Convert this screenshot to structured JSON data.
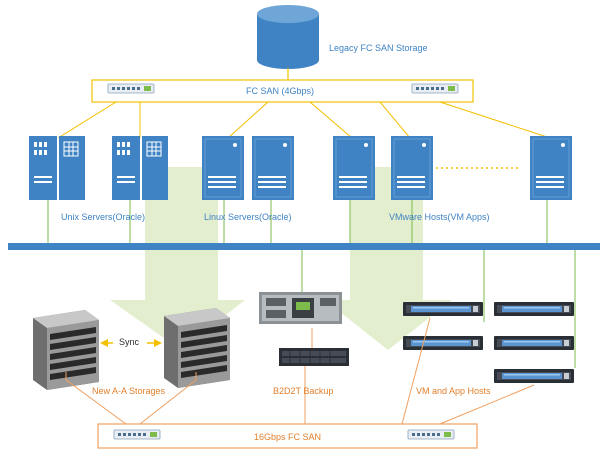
{
  "labels": {
    "legacy_storage": "Legacy FC SAN Storage",
    "fc_san_top": "FC SAN (4Gbps)",
    "unix_servers": "Unix Servers(Oracle)",
    "linux_servers": "Linux Servers(Oracle)",
    "vmware_hosts": "VMware Hosts(VM Apps)",
    "sync": "Sync",
    "new_storages": "New A-A Storages",
    "b2d2t_backup": "B2D2T Backup",
    "vm_app_hosts": "VM and App Hosts",
    "fc_san_bottom": "16Gbps FC SAN"
  },
  "colors": {
    "server_blue": "#3f83c4",
    "network_bar": "#3f83c4",
    "san_yellow": "#f2c000",
    "san_orange": "#f0a060",
    "ethernet_green": "#7dbb4a",
    "arrow_green": "#dfecc8",
    "label_blue": "#3f83c4",
    "label_orange": "#e07f2c"
  },
  "icons": {
    "legacy_storage": "database-cylinder-icon",
    "server": "tower-server-icon",
    "switch": "fc-switch-icon",
    "storage_array": "disk-array-icon",
    "tape_library": "tape-library-icon",
    "rack_server": "rack-server-icon"
  }
}
